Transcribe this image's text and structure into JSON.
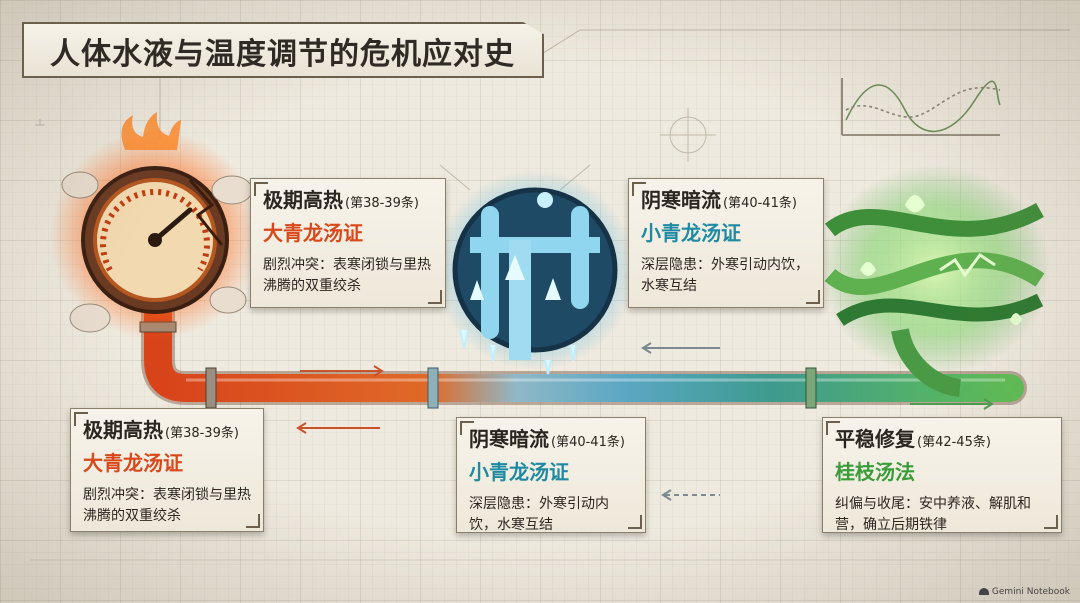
{
  "title": "人体水液与温度调节的危机应对史",
  "cards": [
    {
      "id": "heat-upper",
      "title": "极期高热",
      "range": "(第38-39条)",
      "formula": "大青龙汤证",
      "body": "剧烈冲突：表寒闭锁与里热沸腾的双重绞杀",
      "accent": "#d9481a"
    },
    {
      "id": "cold-upper",
      "title": "阴寒暗流",
      "range": "(第40-41条)",
      "formula": "小青龙汤证",
      "body": "深层隐患：外寒引动内饮，水寒互结",
      "accent": "#1f8aa3"
    },
    {
      "id": "heat-lower",
      "title": "极期高热",
      "range": "(第38-39条)",
      "formula": "大青龙汤证",
      "body": "剧烈冲突：表寒闭锁与里热沸腾的双重绞杀",
      "accent": "#d9481a"
    },
    {
      "id": "cold-lower",
      "title": "阴寒暗流",
      "range": "(第40-41条)",
      "formula": "小青龙汤证",
      "body": "深层隐患：外寒引动内饮，水寒互结",
      "accent": "#1f8aa3"
    },
    {
      "id": "repair",
      "title": "平稳修复",
      "range": "(第42-45条)",
      "formula": "桂枝汤法",
      "body": "纠偏与收尾：安中养液、解肌和营，确立后期铁律",
      "accent": "#3a9c3a"
    }
  ],
  "footer": "Gemini Notebook"
}
